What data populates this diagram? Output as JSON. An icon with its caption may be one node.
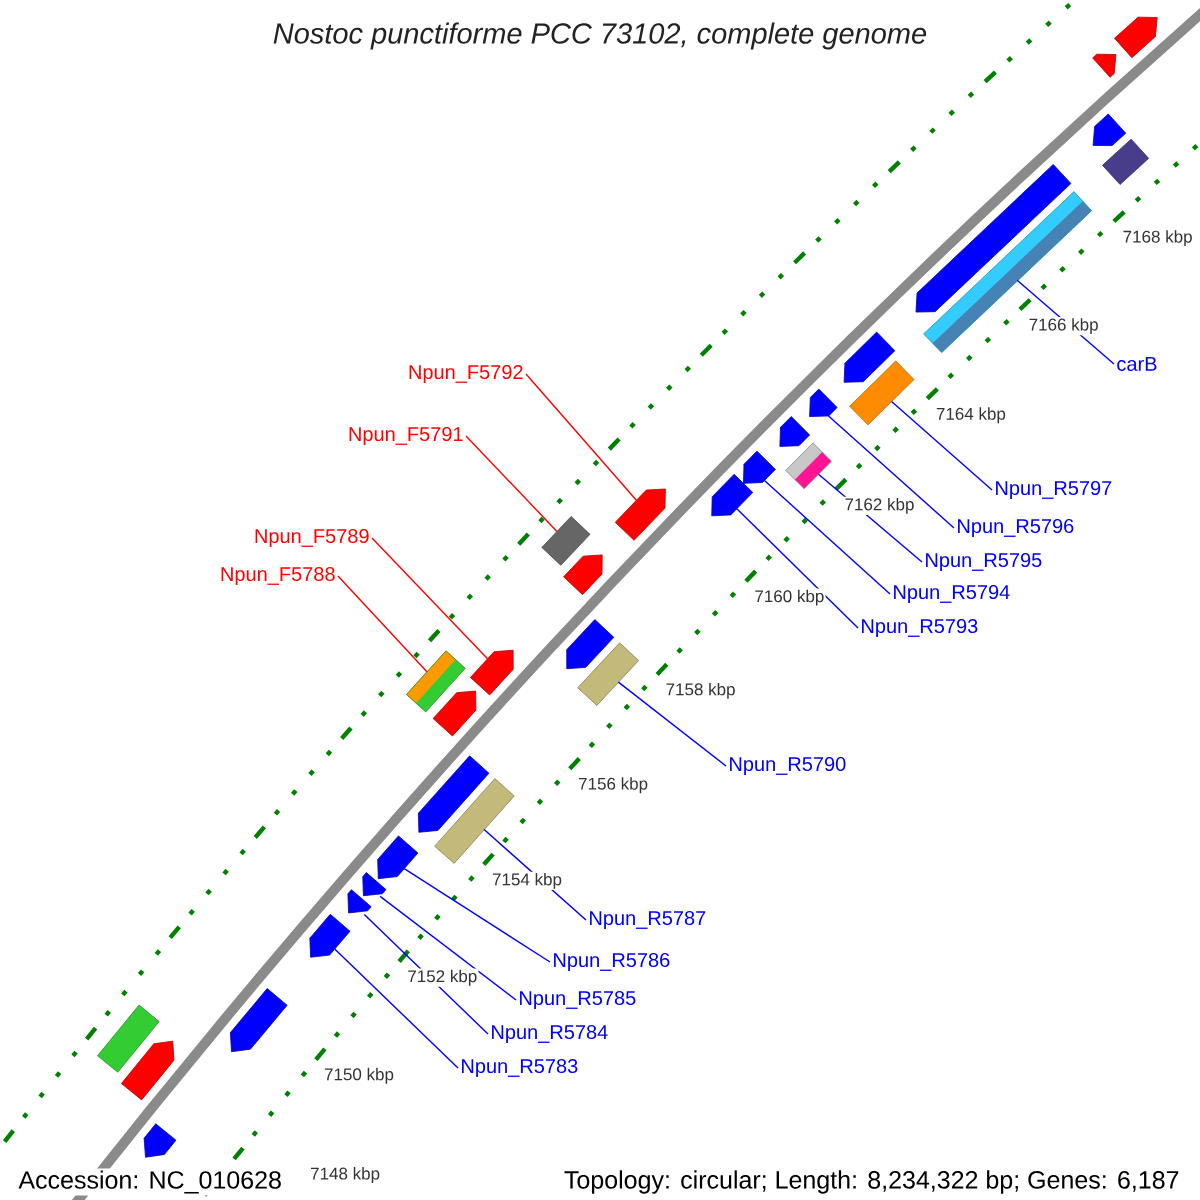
{
  "diagram": {
    "title": "Nostoc punctiforme PCC 73102, complete genome",
    "nodes": [
      {
        "text": [
          "carB"
        ]
      },
      {
        "text": [
          "Npun_F5792"
        ]
      },
      {
        "text": [
          "Npun_F5791"
        ]
      },
      {
        "text": [
          "Npun_R5797"
        ]
      },
      {
        "text": [
          "Npun_R5796"
        ]
      },
      {
        "text": [
          "Npun_F5789"
        ]
      },
      {
        "text": [
          "Npun_R5795"
        ]
      },
      {
        "text": [
          "Npun_F5788"
        ]
      },
      {
        "text": [
          "Npun_R5794"
        ]
      },
      {
        "text": [
          "Npun_R5793"
        ]
      },
      {
        "text": [
          "Npun_R5790"
        ]
      },
      {
        "text": [
          "Npun_R5787"
        ]
      },
      {
        "text": [
          "Npun_R5786"
        ]
      },
      {
        "text": [
          "Npun_R5785"
        ]
      },
      {
        "text": [
          "Npun_R5784"
        ]
      },
      {
        "text": [
          "Npun_R5783"
        ]
      },
      {
        "text": [],
        "shape": "pentagon"
      },
      {
        "text": [],
        "shape": "pentagon"
      },
      {
        "text": [],
        "shape": "pentagon"
      },
      {
        "text": [],
        "shape": "box"
      },
      {
        "text": [],
        "shape": "pentagon"
      },
      {
        "text": [],
        "shape": "box"
      },
      {
        "text": [],
        "shape": "pentagon"
      },
      {
        "text": [],
        "shape": "box"
      },
      {
        "text": [],
        "shape": "pentagon"
      },
      {
        "text": [],
        "shape": "pentagon"
      },
      {
        "text": [],
        "shape": "box"
      },
      {
        "text": [],
        "shape": "pentagon"
      },
      {
        "text": [],
        "shape": "pentagon"
      },
      {
        "text": [],
        "shape": "pentagon"
      },
      {
        "text": [],
        "shape": "box"
      },
      {
        "text": [],
        "shape": "pentagon"
      },
      {
        "text": [],
        "shape": "pentagon"
      },
      {
        "text": [],
        "shape": "box"
      },
      {
        "text": [],
        "shape": "pentagon"
      },
      {
        "text": [],
        "shape": "box"
      },
      {
        "text": [],
        "shape": "pentagon"
      },
      {
        "text": [],
        "shape": "pentagon"
      },
      {
        "text": [],
        "shape": "box"
      },
      {
        "text": [],
        "shape": "pentagon"
      },
      {
        "text": [],
        "shape": "pentagon"
      },
      {
        "text": [],
        "shape": "pentagon"
      },
      {
        "text": [],
        "shape": "pentagon"
      },
      {
        "text": [],
        "shape": "pentagon"
      },
      {
        "text": [],
        "shape": "box"
      },
      {
        "text": [],
        "shape": "pentagon"
      },
      {
        "text": [],
        "shape": "pentagon"
      }
    ],
    "edges": [
      {
        "from": 0,
        "to": 21,
        "arrow": "none"
      },
      {
        "from": 1,
        "to": 29,
        "arrow": "none",
        "color": "#ff0000"
      },
      {
        "from": 2,
        "to": 30,
        "arrow": "none",
        "color": "#ff0000"
      },
      {
        "from": 3,
        "to": 23,
        "arrow": "none"
      },
      {
        "from": 4,
        "to": 24,
        "arrow": "none"
      },
      {
        "from": 5,
        "to": 34,
        "arrow": "none",
        "color": "#ff0000"
      },
      {
        "from": 6,
        "to": 26,
        "arrow": "none"
      },
      {
        "from": 7,
        "to": 35,
        "arrow": "none",
        "color": "#ff0000"
      },
      {
        "from": 8,
        "to": 27,
        "arrow": "none"
      },
      {
        "from": 9,
        "to": 28,
        "arrow": "none"
      },
      {
        "from": 10,
        "to": 33,
        "arrow": "none"
      },
      {
        "from": 11,
        "to": 38,
        "arrow": "none"
      },
      {
        "from": 12,
        "to": 39,
        "arrow": "none"
      },
      {
        "from": 13,
        "to": 40,
        "arrow": "none"
      },
      {
        "from": 14,
        "to": 41,
        "arrow": "none"
      },
      {
        "from": 15,
        "to": 42,
        "arrow": "none"
      }
    ],
    "labels": [
      "7168 kbp",
      "7166 kbp",
      "7164 kbp",
      "7162 kbp",
      "7160 kbp",
      "7158 kbp",
      "7156 kbp",
      "7154 kbp",
      "7152 kbp",
      "7150 kbp",
      "7148 kbp",
      "Accession: NC_010628",
      "Topology: circular; Length: 8,234,322 bp; Genes: 6,187"
    ]
  }
}
